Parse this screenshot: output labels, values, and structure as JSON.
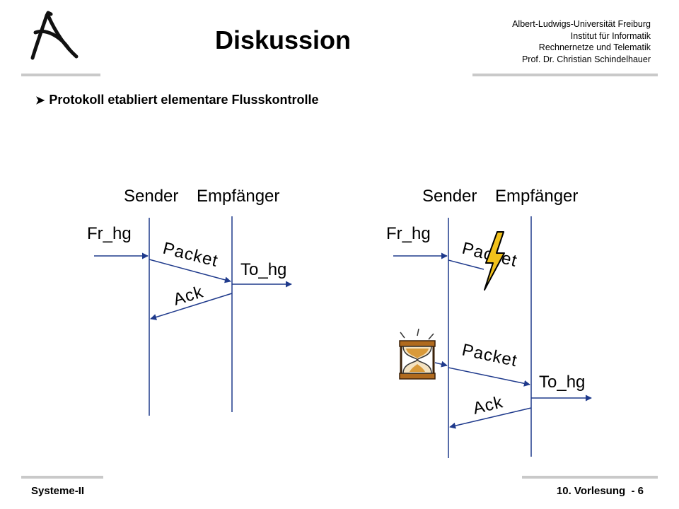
{
  "header": {
    "title": "Diskussion",
    "institution_lines": [
      "Albert-Ludwigs-Universität Freiburg",
      "Institut für Informatik",
      "Rechnernetze und Telematik",
      "Prof. Dr. Christian Schindelhauer"
    ],
    "logo_icon": "uni-freiburg-logo-icon"
  },
  "bullet": {
    "icon": "arrowhead-bullet-icon",
    "text": "Protokoll etabliert elementare Flusskontrolle"
  },
  "diagram_left": {
    "sender_label": "Sender",
    "receiver_label": "Empfänger",
    "input_label": "Fr_hg",
    "output_label": "To_hg",
    "packet_label": "Packet",
    "ack_label": "Ack"
  },
  "diagram_right": {
    "sender_label": "Sender",
    "receiver_label": "Empfänger",
    "input_label": "Fr_hg",
    "output_label": "To_hg",
    "lost_packet_label": "Packet",
    "packet_label": "Packet",
    "ack_label": "Ack",
    "lightning_icon": "lightning-bolt-icon",
    "timer_icon": "hourglass-icon"
  },
  "footer": {
    "course": "Systeme-II",
    "lecture": "10. Vorlesung  - 6"
  },
  "colors": {
    "arrow": "#1f3a8c",
    "rule": "#c9c9c9",
    "lightning_fill": "#f2c21b"
  }
}
